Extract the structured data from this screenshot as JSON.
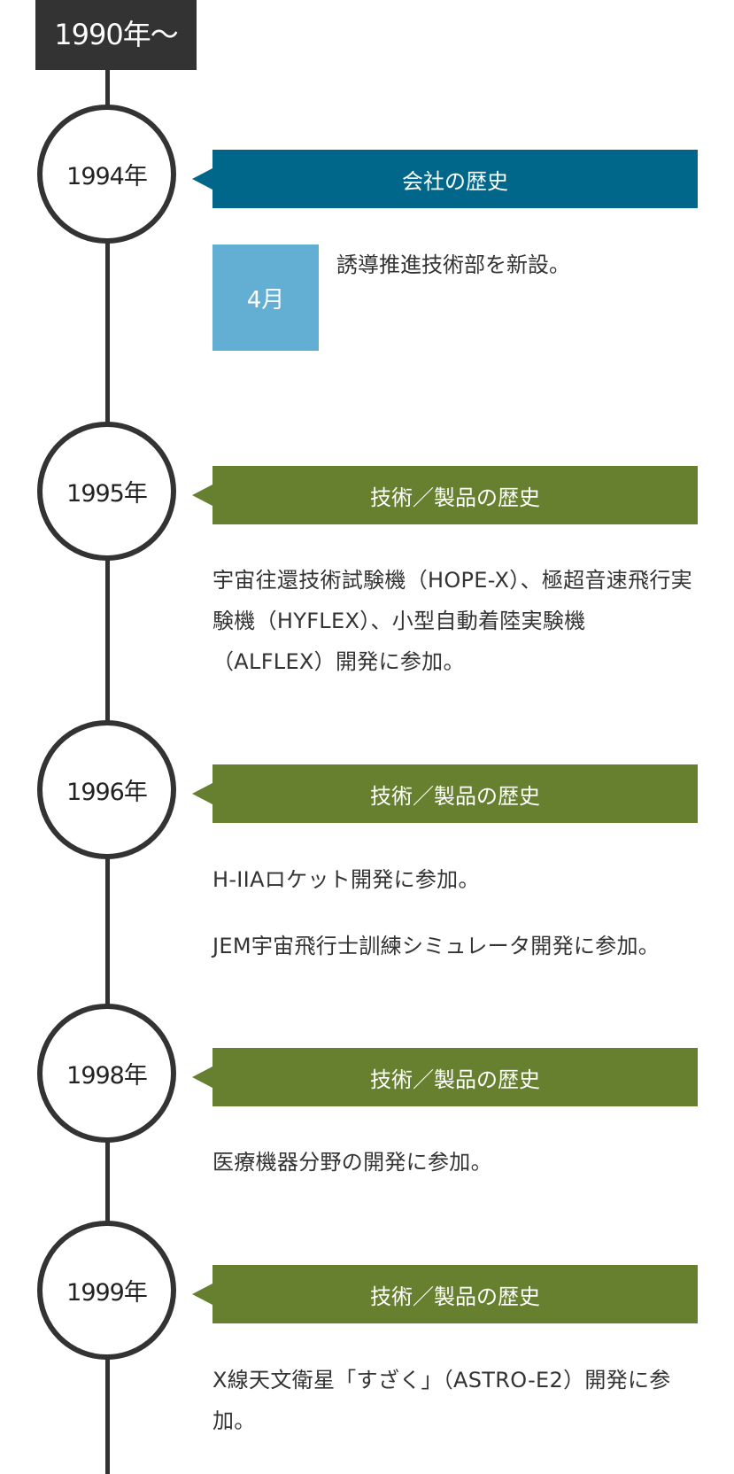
{
  "era": {
    "label": "1990年〜"
  },
  "entries": [
    {
      "year": "1994年",
      "category": "会社の歴史",
      "month": "4月",
      "items": [
        "誘導推進技術部を新設。"
      ]
    },
    {
      "year": "1995年",
      "category": "技術／製品の歴史",
      "items": [
        "宇宙往還技術試験機（HOPE-X）、極超音速飛行実験機（HYFLEX）、小型自動着陸実験機（ALFLEX）開発に参加。"
      ]
    },
    {
      "year": "1996年",
      "category": "技術／製品の歴史",
      "items": [
        "H-IIAロケット開発に参加。",
        "JEM宇宙飛行士訓練シミュレータ開発に参加。"
      ]
    },
    {
      "year": "1998年",
      "category": "技術／製品の歴史",
      "items": [
        "医療機器分野の開発に参加。"
      ]
    },
    {
      "year": "1999年",
      "category": "技術／製品の歴史",
      "items": [
        "X線天文衛星「すざく」（ASTRO-E2）開発に参加。"
      ]
    }
  ],
  "colors": {
    "era_bg": "#333333",
    "timeline": "#333333",
    "company_history": "#00678a",
    "tech_history": "#66802f",
    "month_box": "#63afd3",
    "text": "#333333"
  }
}
